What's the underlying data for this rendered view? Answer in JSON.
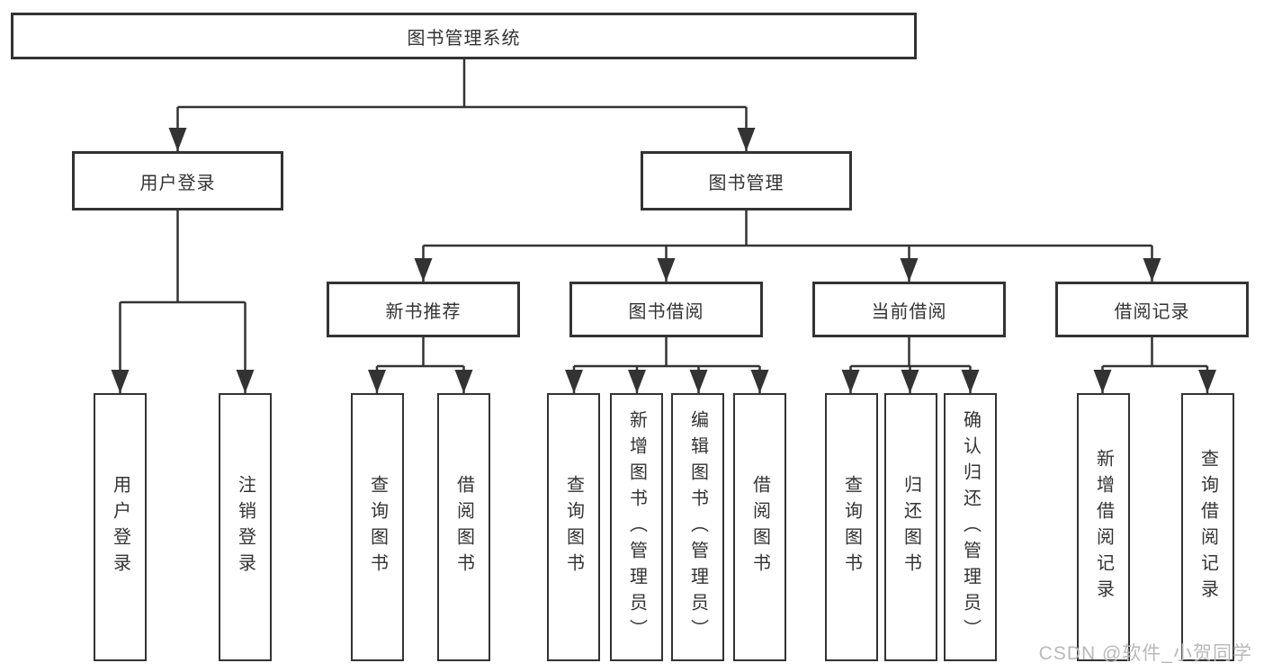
{
  "colors": {
    "line": "#333333",
    "text": "#333333",
    "background": "#ffffff",
    "watermark": "#b9b9b9"
  },
  "tree": {
    "root": {
      "label": "图书管理系统"
    },
    "user_login": {
      "label": "用户登录",
      "leaves": [
        {
          "label": "用户登录"
        },
        {
          "label": "注销登录"
        }
      ]
    },
    "book_management": {
      "label": "图书管理",
      "sections": [
        {
          "label": "新书推荐",
          "leaves": [
            {
              "label": "查询图书"
            },
            {
              "label": "借阅图书"
            }
          ]
        },
        {
          "label": "图书借阅",
          "leaves": [
            {
              "label": "查询图书"
            },
            {
              "label": "新增图书（管理员）"
            },
            {
              "label": "编辑图书（管理员）"
            },
            {
              "label": "借阅图书"
            }
          ]
        },
        {
          "label": "当前借阅",
          "leaves": [
            {
              "label": "查询图书"
            },
            {
              "label": "归还图书"
            },
            {
              "label": "确认归还（管理员）"
            }
          ]
        },
        {
          "label": "借阅记录",
          "leaves": [
            {
              "label": "新增借阅记录"
            },
            {
              "label": "查询借阅记录"
            }
          ]
        }
      ]
    }
  },
  "watermark": "CSDN @软件_小贺同学"
}
